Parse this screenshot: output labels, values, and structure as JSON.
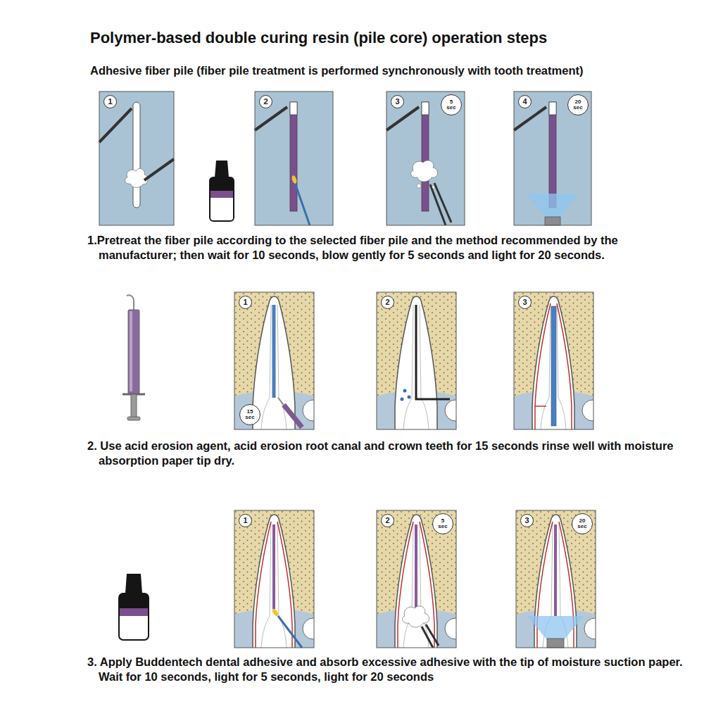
{
  "diagram": {
    "title": "Polymer-based double curing resin (pile core) operation steps",
    "nodes": [
      {
        "text": [
          "1"
        ]
      },
      {
        "text": [
          "2"
        ]
      },
      {
        "text": [
          "3",
          "5 sec"
        ]
      },
      {
        "text": [
          "4",
          "20 sec"
        ]
      },
      {
        "text": [
          "1",
          "15 sec"
        ]
      },
      {
        "text": [
          "2"
        ]
      },
      {
        "text": [
          "3"
        ]
      },
      {
        "text": [
          "1"
        ]
      },
      {
        "text": [
          "2",
          "5 sec"
        ]
      },
      {
        "text": [
          "3",
          "20 sec"
        ]
      }
    ],
    "labels": [
      "Adhesive fiber pile (fiber pile treatment is performed synchronously with tooth treatment)",
      "1.Pretreat the fiber pile according to the selected fiber pile and the method recommended by the manufacturer; then wait for 10 seconds, blow gently for 5 seconds and light for 20 seconds.",
      "2. Use acid erosion agent, acid erosion root canal and crown teeth for 15 seconds rinse well with moisture absorption paper tip dry.",
      "3. Apply Buddentech dental adhesive and absorb excessive adhesive with the tip of moisture suction paper. Wait for 10 seconds, light for 5 seconds, light for 20 seconds"
    ]
  }
}
